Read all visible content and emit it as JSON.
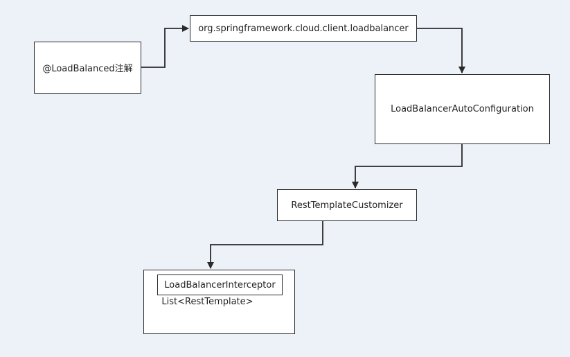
{
  "diagram": {
    "nodes": {
      "annotation": "@LoadBalanced注解",
      "package": "org.springframework.cloud.client.loadbalancer",
      "autoconfig": "LoadBalancerAutoConfiguration",
      "customizer": "RestTemplateCustomizer",
      "interceptor": "LoadBalancerInterceptor",
      "list_label": "List<RestTemplate>"
    },
    "edges": [
      {
        "from": "annotation",
        "to": "package"
      },
      {
        "from": "package",
        "to": "autoconfig"
      },
      {
        "from": "autoconfig",
        "to": "customizer"
      },
      {
        "from": "customizer",
        "to": "list"
      }
    ]
  }
}
